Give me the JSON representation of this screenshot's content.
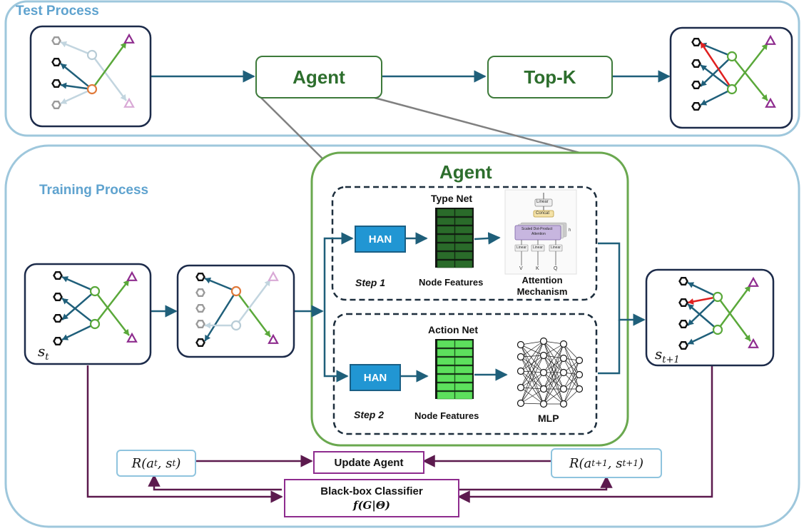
{
  "test": {
    "title": "Test Process",
    "agent_label": "Agent",
    "topk_label": "Top-K"
  },
  "training": {
    "title": "Training Process",
    "state_t": "s",
    "state_t_sub": "t",
    "state_t1": "s",
    "state_t1_sub": "t+1"
  },
  "agent": {
    "title": "Agent",
    "type_net": {
      "title": "Type Net",
      "han": "HAN",
      "step": "Step 1",
      "features": "Node Features",
      "mechanism_line1": "Attention",
      "mechanism_line2": "Mechanism",
      "attention": {
        "linear_top": "Linear",
        "concat": "Concat",
        "sdp_line1": "Scaled Dot-Product",
        "sdp_line2": "Attention",
        "h": "h",
        "linear_in": "Linear",
        "v": "V",
        "k": "K",
        "q": "Q"
      }
    },
    "action_net": {
      "title": "Action Net",
      "han": "HAN",
      "step": "Step 2",
      "features": "Node Features",
      "mlp": "MLP"
    }
  },
  "bottom": {
    "reward_t": "R(a",
    "reward_t_sub1": "t",
    "reward_t_mid": ", s",
    "reward_t_sub2": "t",
    "reward_t_end": ")",
    "reward_t1": "R(a",
    "reward_t1_sub1": "t+1",
    "reward_t1_mid": ", s",
    "reward_t1_sub2": "t+1",
    "reward_t1_end": ")",
    "update_agent": "Update Agent",
    "classifier_line1": "Black-box Classifier",
    "classifier_line2": "f(G|Θ)"
  },
  "colors": {
    "graph_blue": "#1f5f7a",
    "graph_green": "#5aa83a",
    "graph_purple": "#8e2c8e",
    "highlight_orange": "#e07a3a",
    "highlight_red": "#e02020",
    "region_border": "#9ec7dc",
    "agent_border": "#6aa84f",
    "flow_purple": "#5c1a4e"
  }
}
